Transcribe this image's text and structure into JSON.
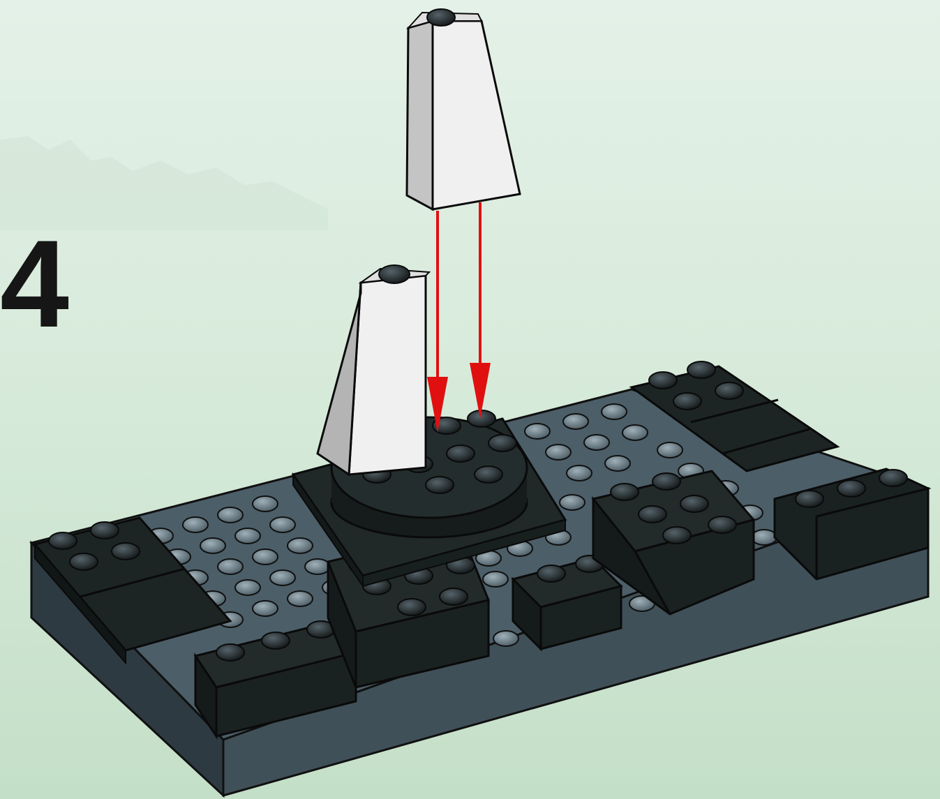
{
  "step": {
    "number": "4"
  },
  "colors": {
    "background": "#d8ebdb",
    "brick_black": "#1c2222",
    "plate_gray": "#3d4e58",
    "slope_white": "#e8e8e8",
    "arrow_red": "#e01010"
  },
  "parts": [
    "base-plate",
    "rotating-turntable",
    "white-slope-placed",
    "white-slope-incoming"
  ],
  "arrows": 2
}
